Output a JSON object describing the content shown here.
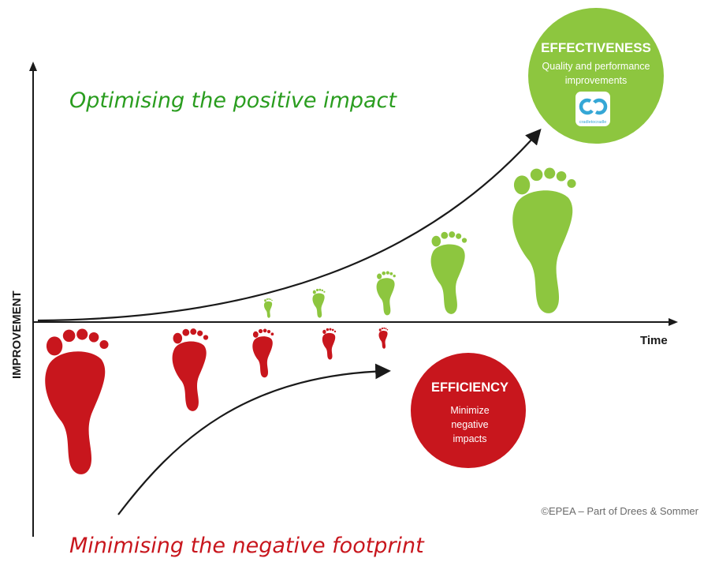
{
  "headline_positive": "Optimising the positive impact",
  "headline_negative": "Minimising the negative footprint",
  "axes": {
    "y_label": "IMPROVEMENT",
    "x_label": "Time"
  },
  "effectiveness": {
    "title": "EFFECTIVENESS",
    "line1": "Quality and performance",
    "line2": "improvements",
    "logo_text": "cradletocradle"
  },
  "efficiency": {
    "title": "EFFICIENCY",
    "line1": "Minimize",
    "line2": "negative",
    "line3": "impacts"
  },
  "copyright": "©EPEA – Part of Drees & Sommer",
  "colors": {
    "green": "#8dc63f",
    "red": "#c8161d",
    "positive_text": "#2a9d1f",
    "negative_text": "#c8161d",
    "axis": "#1a1a1a"
  },
  "icons": {
    "footprint": "footprint-icon",
    "logo": "cradle-to-cradle-logo"
  }
}
